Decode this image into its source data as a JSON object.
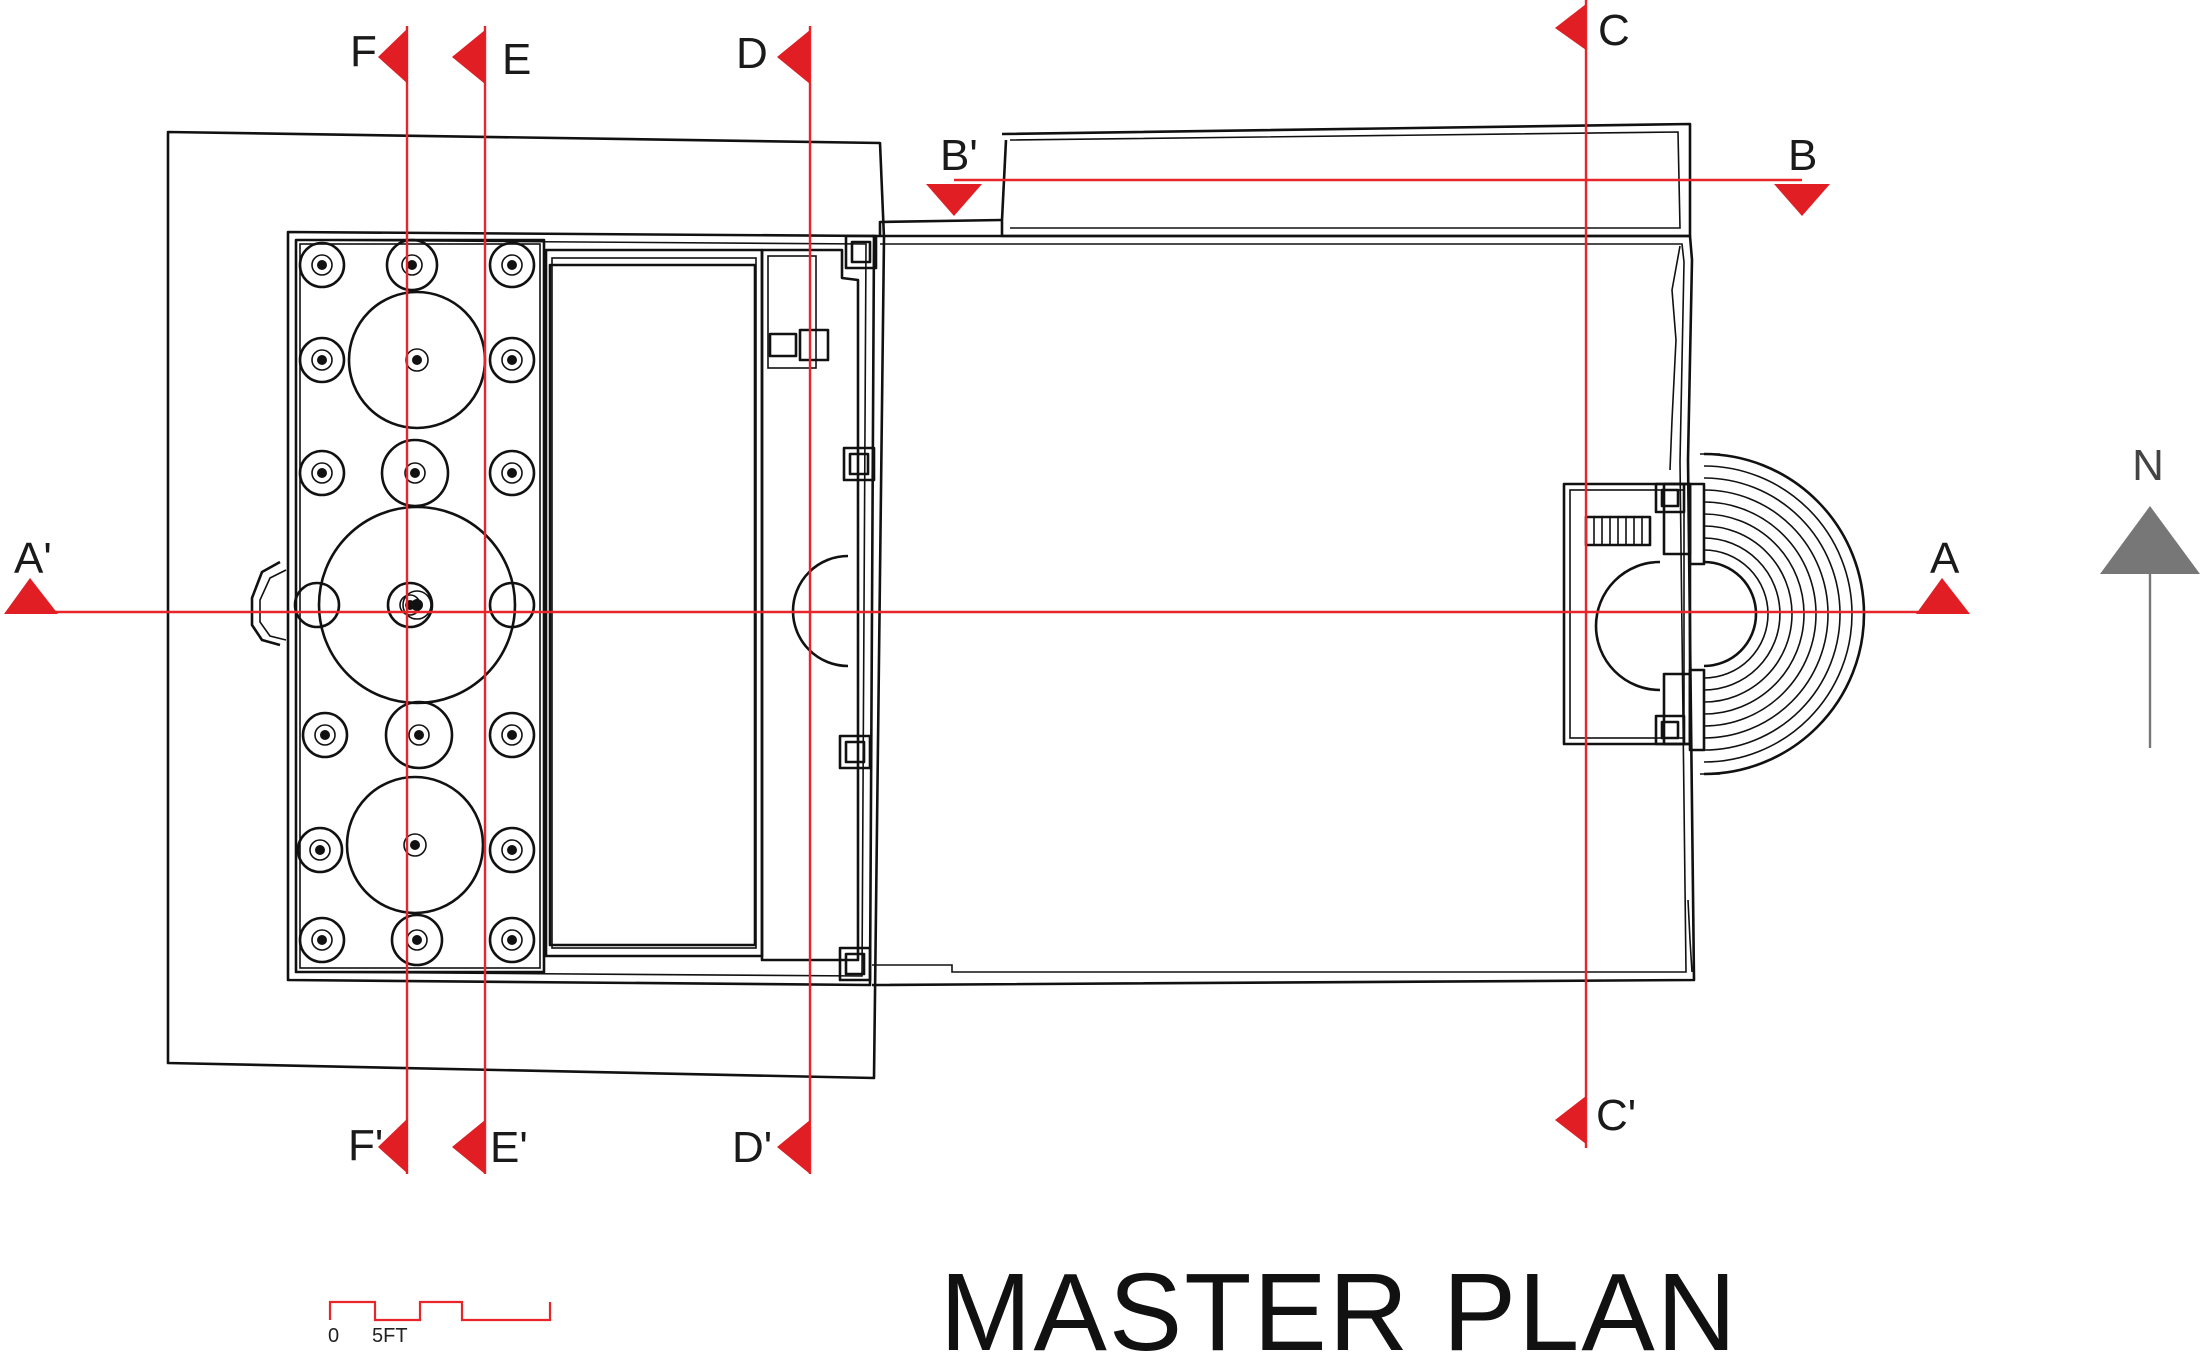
{
  "title": "MASTER PLAN",
  "north": {
    "label": "N",
    "color": "#777777"
  },
  "scale": {
    "start": "0",
    "end": "5FT"
  },
  "colors": {
    "section_line": "#e8262a",
    "section_marker": "#e01e24",
    "ink": "#111111"
  },
  "sections": [
    {
      "id": "A",
      "label": "A",
      "orientation": "horizontal"
    },
    {
      "id": "A'",
      "label": "A'",
      "orientation": "horizontal"
    },
    {
      "id": "B",
      "label": "B",
      "orientation": "horizontal"
    },
    {
      "id": "B'",
      "label": "B'",
      "orientation": "horizontal"
    },
    {
      "id": "C",
      "label": "C",
      "orientation": "vertical"
    },
    {
      "id": "C'",
      "label": "C'",
      "orientation": "vertical"
    },
    {
      "id": "D",
      "label": "D",
      "orientation": "vertical"
    },
    {
      "id": "D'",
      "label": "D'",
      "orientation": "vertical"
    },
    {
      "id": "E",
      "label": "E",
      "orientation": "vertical"
    },
    {
      "id": "E'",
      "label": "E'",
      "orientation": "vertical"
    },
    {
      "id": "F",
      "label": "F",
      "orientation": "vertical"
    },
    {
      "id": "F'",
      "label": "F'",
      "orientation": "vertical"
    }
  ]
}
